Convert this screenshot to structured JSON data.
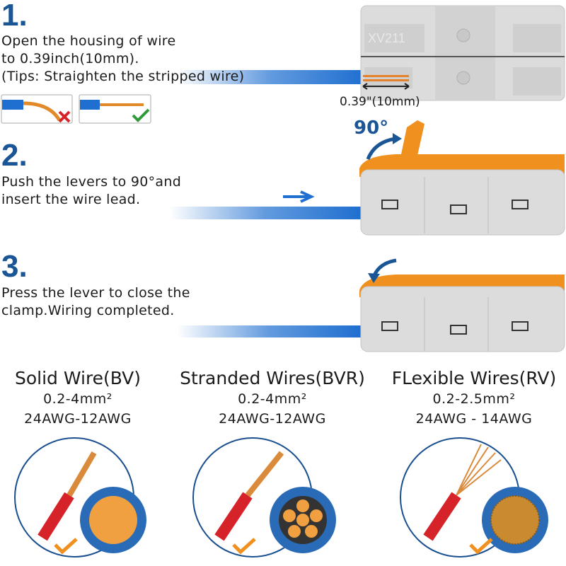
{
  "steps": [
    {
      "number": "1.",
      "lines": [
        "Open the housing of wire",
        "to 0.39inch(10mm).",
        "(Tips: Straighten the stripped wire)"
      ]
    },
    {
      "number": "2.",
      "lines": [
        "Push the levers to 90°and",
        "insert the wire lead."
      ]
    },
    {
      "number": "3.",
      "lines": [
        "Press the lever to close the",
        "clamp.Wiring completed."
      ]
    }
  ],
  "diagram": {
    "strip_length_label": "0.39\"(10mm)",
    "lever_angle_label": "90°",
    "connector_model": "XV211"
  },
  "wire_types": [
    {
      "title": "Solid Wire(BV)",
      "size": "0.2-4mm²",
      "gauge": "24AWG-12AWG"
    },
    {
      "title": "Stranded Wires(BVR)",
      "size": "0.2-4mm²",
      "gauge": "24AWG-12AWG"
    },
    {
      "title": "FLexible Wires(RV)",
      "size": "0.2-2.5mm²",
      "gauge": "24AWG - 14AWG"
    }
  ],
  "colors": {
    "blue": "#1a5596",
    "wire_blue": "#1f6fd0",
    "orange": "#f0901e",
    "red": "#d6232a",
    "green": "#2e9a3a",
    "grey": "#d9d9d9"
  }
}
